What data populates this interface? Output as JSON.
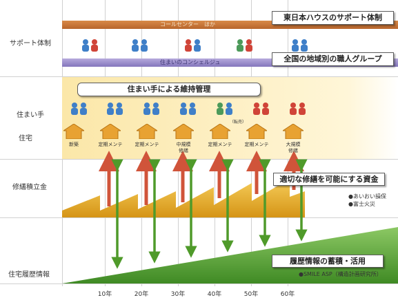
{
  "rows": {
    "support": "サポート体制",
    "resident": "住まい手",
    "house": "住宅",
    "fund": "修繕積立金",
    "history": "住宅履歴情報"
  },
  "bands": {
    "call_center": "コールセンター　ほか",
    "concierge": "住まいのコンシェルジュ"
  },
  "boxes": {
    "support_system": "東日本ハウスのサポート体制",
    "craftsman_group": "全国の地域別の職人グループ",
    "maintenance": "住まい手による維持管理",
    "fund": "適切な修繕を可能にする資金",
    "history": "履歴情報の蓄積・活用"
  },
  "houses": [
    {
      "label": "新築"
    },
    {
      "label": "定期メンテ"
    },
    {
      "label": "定期メンテ"
    },
    {
      "label": "中規模\n修繕"
    },
    {
      "label": "定期メンテ"
    },
    {
      "label": "定期メンテ"
    },
    {
      "label": "大規模\n修繕"
    }
  ],
  "sale_note": "（転売）",
  "fund_notes": [
    "●あいおい損保",
    "●富士火災"
  ],
  "history_note": "●SMILE ASP（構造計画研究所）",
  "ticks": [
    "10年",
    "20年",
    "30年",
    "40年",
    "50年",
    "60年"
  ],
  "colors": {
    "orange_band": "#c97a3a",
    "purple_band": "#9a8ccc",
    "gold": "#e0a020",
    "green": "#5aa02c",
    "red_arrow": "#d0543a",
    "blue_person": "#3f7fc8",
    "red_person": "#d04438",
    "green_person": "#4c9a5a"
  }
}
